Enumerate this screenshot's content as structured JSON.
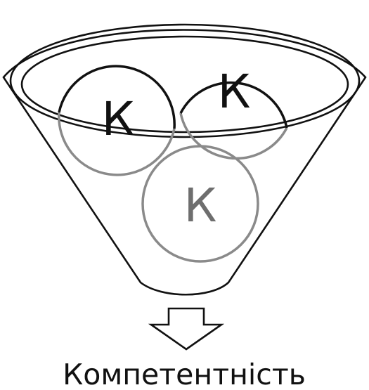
{
  "diagram": {
    "balls": [
      {
        "letter": "К",
        "tone": "#6e6e6e"
      },
      {
        "letter": "К",
        "tone": "#111111"
      },
      {
        "letter": "К",
        "tone": "#111111"
      }
    ],
    "caption": "Компетентність",
    "arrow_icon": "down-arrow-outline-icon",
    "funnel_icon": "funnel-icon"
  }
}
